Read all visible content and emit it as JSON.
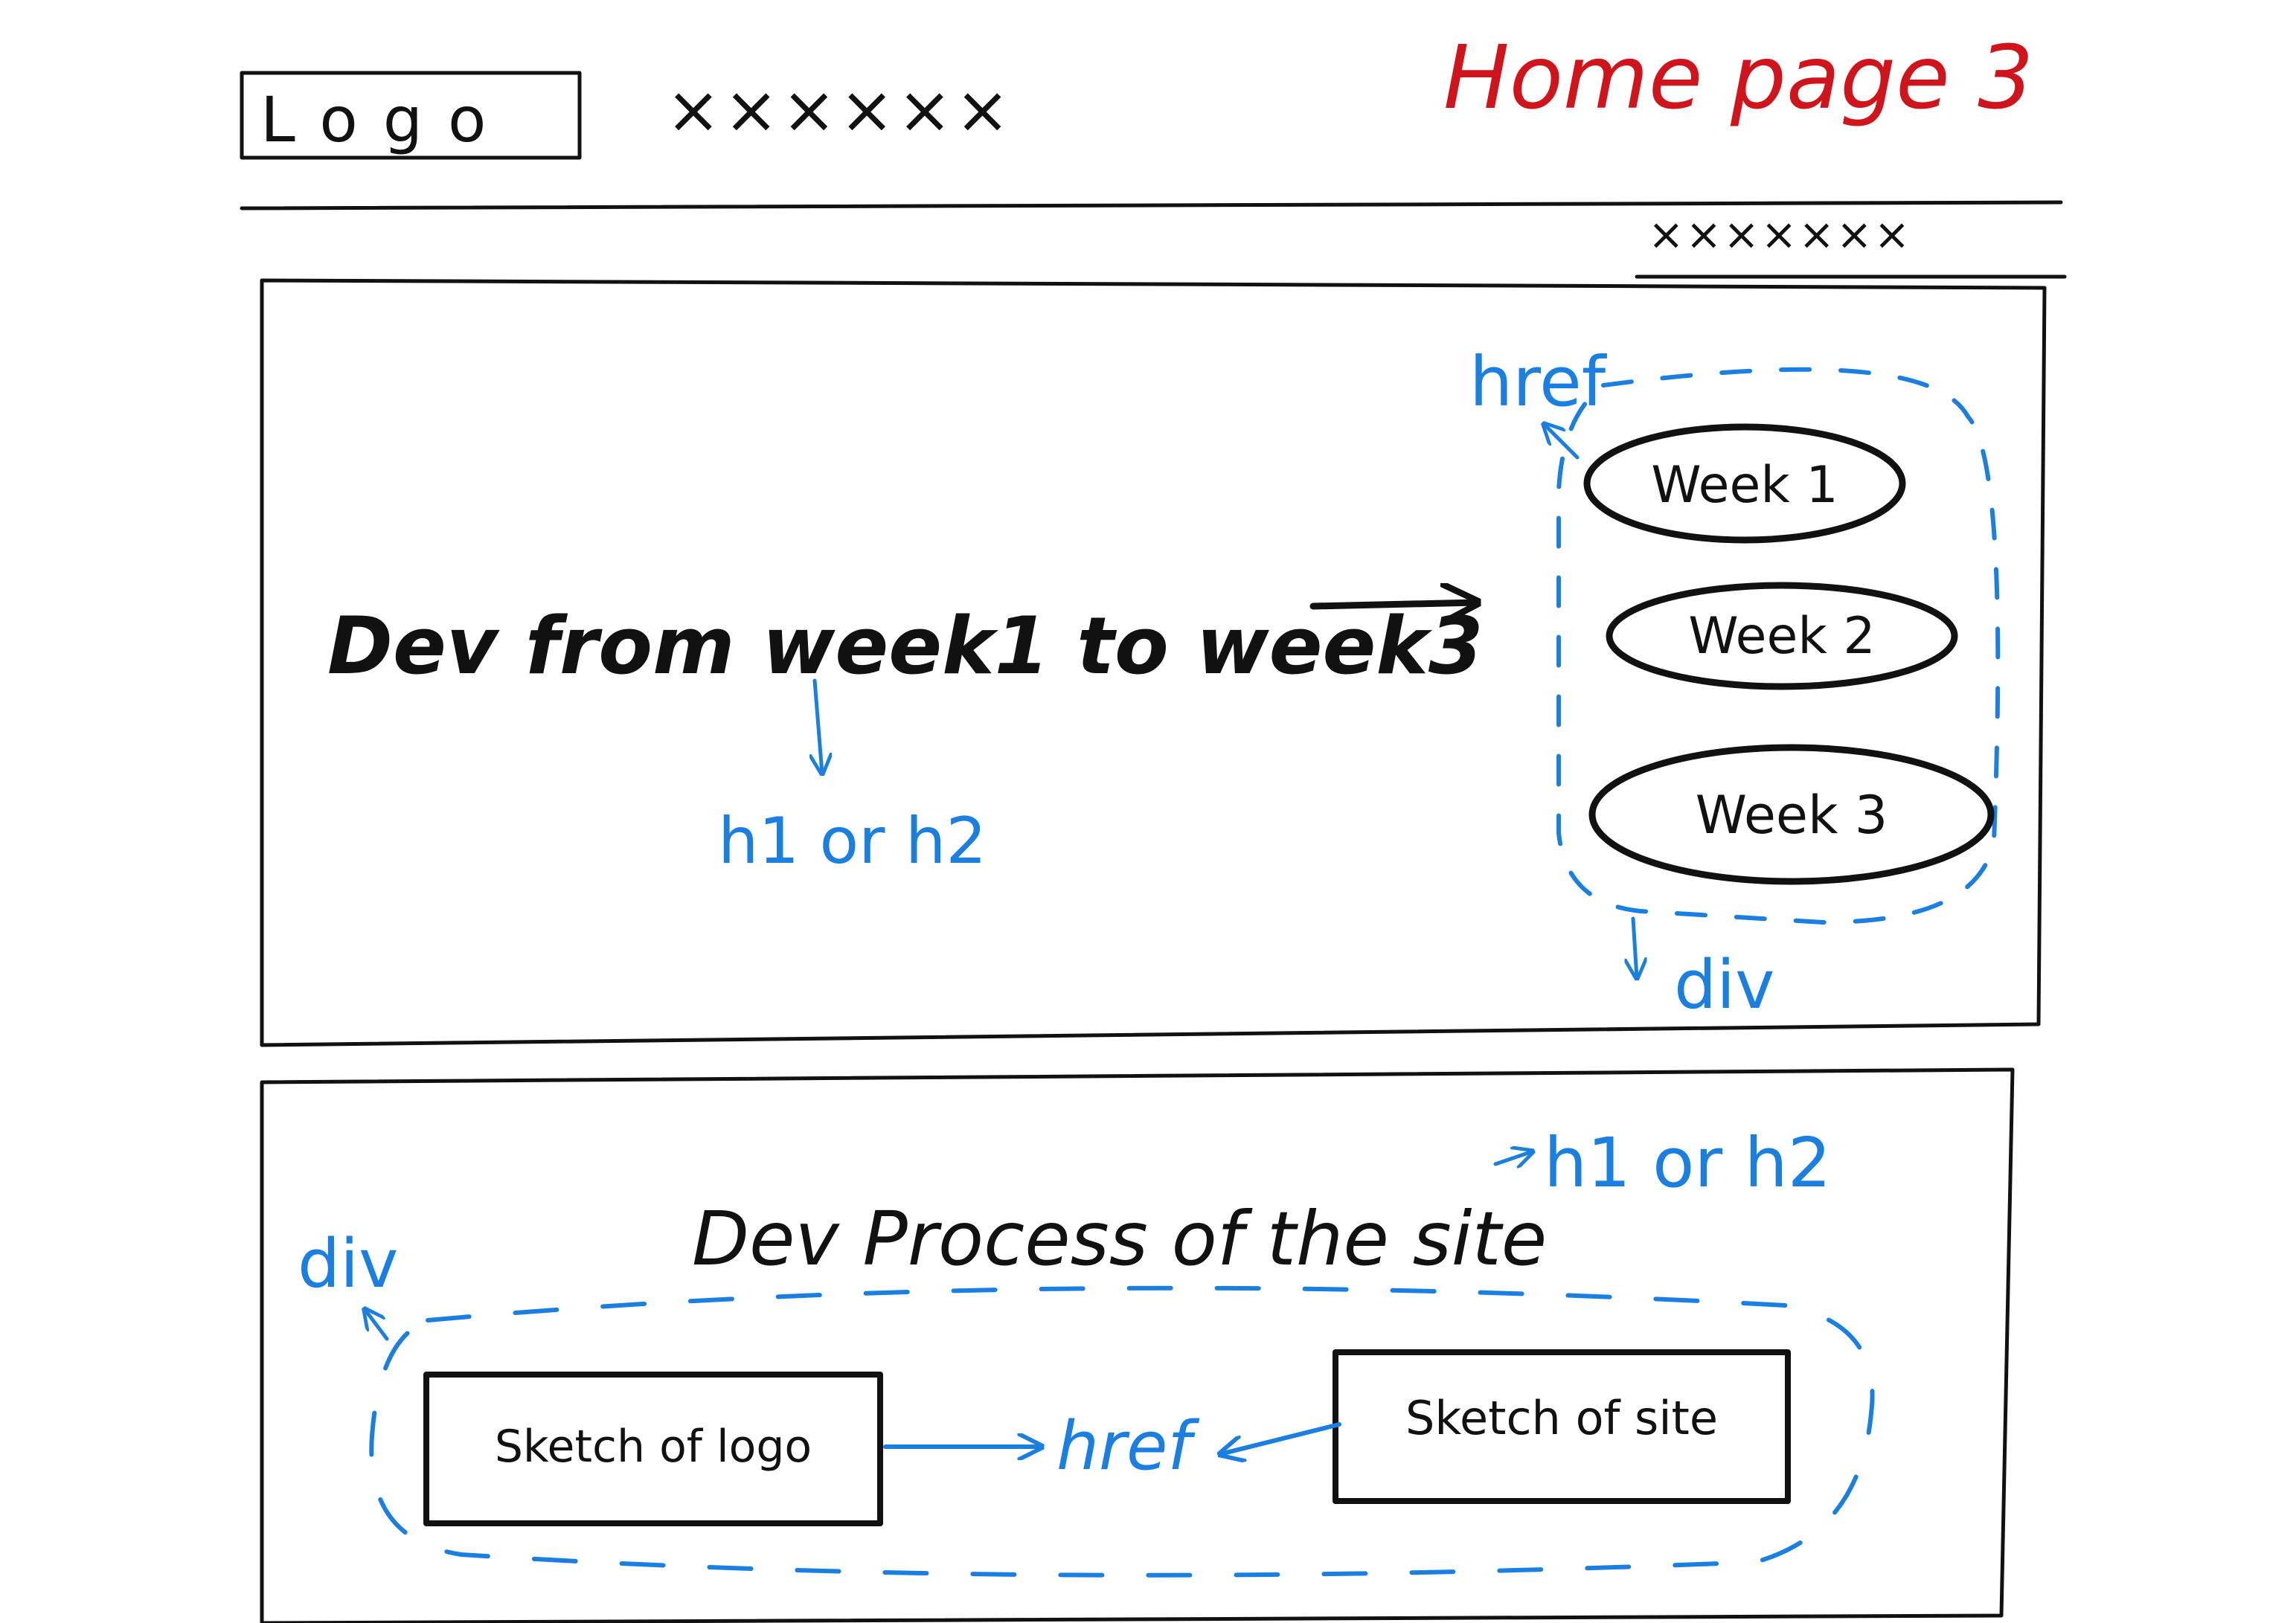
{
  "page_title": "Home page 3",
  "header": {
    "logo_label": "Logo",
    "nav_placeholder": "××××××",
    "subnav_placeholder": "×××××××"
  },
  "section_weeks": {
    "heading": "Dev from week1 to week3",
    "heading_annotation": "h1 or h2",
    "buttons": [
      "Week 1",
      "Week 2",
      "Week 3"
    ],
    "link_annotation": "href",
    "container_annotation": "div"
  },
  "section_process": {
    "heading": "Dev Process of the site",
    "heading_annotation": "h1 or h2",
    "container_annotation": "div",
    "card_logo": "Sketch of logo",
    "card_site": "Sketch of site",
    "link_annotation": "href"
  },
  "colors": {
    "ink": "#111111",
    "annotation": "#1a7fe0",
    "title": "#d0141c"
  }
}
